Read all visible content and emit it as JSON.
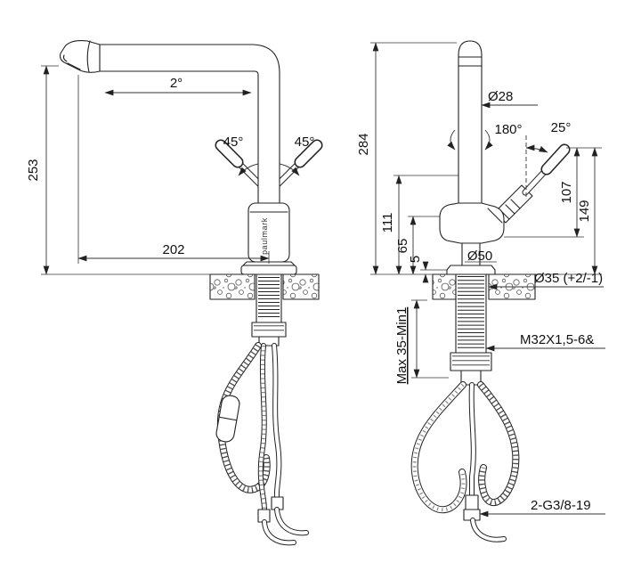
{
  "drawing": {
    "brand": "paulmark",
    "left_view": {
      "spout_angle": "2°",
      "handle_angle_left": "45°",
      "handle_angle_right": "45°",
      "height_to_spout": "253",
      "spout_reach": "202"
    },
    "right_view": {
      "total_height": "284",
      "column_diameter": "Ø28",
      "swivel_angle": "180°",
      "lever_angle": "25°",
      "lever_height": "107",
      "height_with_lever": "149",
      "body_height": "111",
      "base_to_counter": "65",
      "base_plate_height": "5",
      "base_diameter": "Ø50",
      "hole_diameter": "Ø35 (+2/-1)",
      "counter_thickness": "Max 35-Min1",
      "shank_thread": "M32X1,5-6&",
      "hose_thread": "2-G3/8-19"
    }
  }
}
